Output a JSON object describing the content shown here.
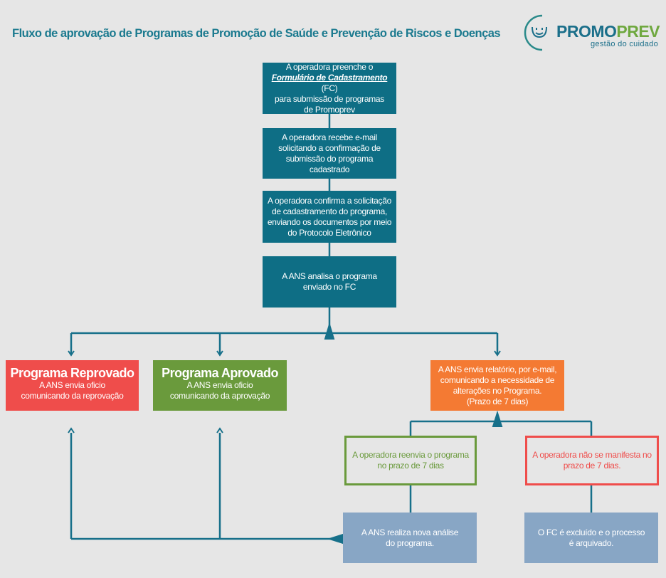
{
  "header": {
    "title": "Fluxo de aprovação de Programas de Promoção de Saúde e Prevenção de Riscos e Doenças",
    "logo": {
      "brand_part1": "PROMO",
      "brand_part2": "PREV",
      "tagline": "gestão do cuidado"
    }
  },
  "colors": {
    "teal": "#0e6e85",
    "reprovado": "#ef4d4b",
    "aprovado": "#6a9a3c",
    "orange": "#f47a33",
    "slate": "#88a6c5",
    "line": "#17708a"
  },
  "flow": {
    "step1": {
      "line1": "A operadora preenche o",
      "link": "Formulário de Cadastramento",
      "after_link": " (FC)",
      "line3": "para submissão de programas",
      "line4": "de Promoprev"
    },
    "step2": {
      "text": "A operadora recebe e-mail solicitando a confirmação de submissão do programa cadastrado"
    },
    "step3": {
      "text": "A operadora confirma a solicitação de  cadastramento do programa, enviando os documentos por meio do Protocolo Eletrônico"
    },
    "step4": {
      "text": "A ANS analisa o programa enviado no FC"
    },
    "reprovado": {
      "title": "Programa Reprovado",
      "text": "A ANS envia oficio comunicando da reprovação"
    },
    "aprovado": {
      "title": "Programa Aprovado",
      "text": "A ANS envia oficio comunicando da aprovação"
    },
    "alteracoes": {
      "text": "A ANS envia relatório, por e-mail, comunicando a  necessidade de alterações no Programa.",
      "deadline": "(Prazo de 7 dias)"
    },
    "reenvia": {
      "text": "A operadora reenvia o programa no prazo de 7 dias"
    },
    "nao_manifesta": {
      "text": "A operadora não se manifesta no prazo de 7 dias."
    },
    "nova_analise": {
      "text": "A ANS realiza nova análise do programa."
    },
    "excluido": {
      "text": "O FC é excluído e o processo é arquivado."
    }
  }
}
